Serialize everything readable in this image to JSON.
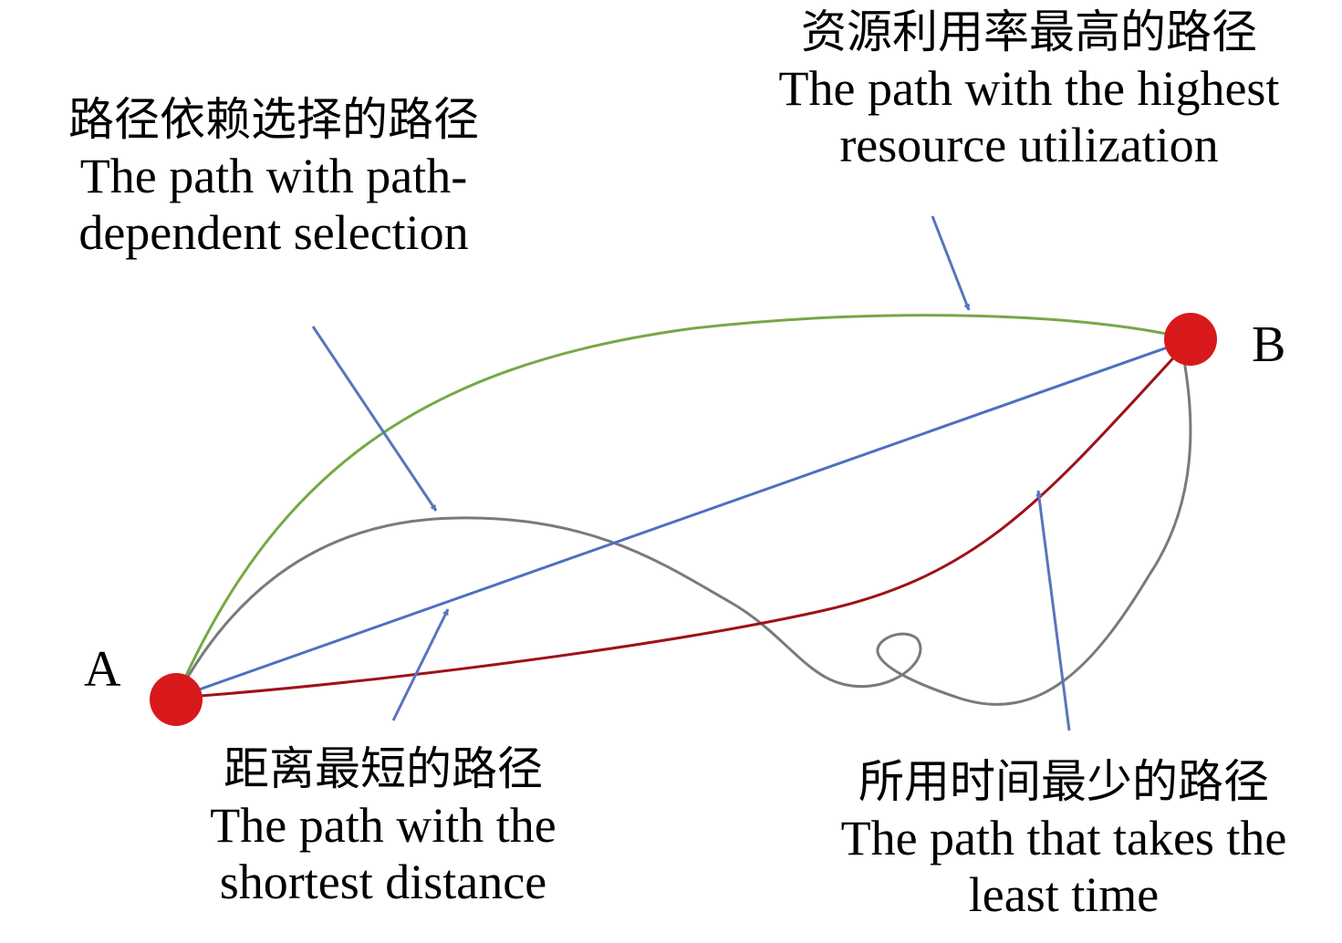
{
  "nodes": {
    "start": {
      "label": "A",
      "color": "#d7191c"
    },
    "end": {
      "label": "B",
      "color": "#d7191c"
    }
  },
  "paths": {
    "resource": {
      "zh": "资源利用率最高的路径",
      "en_line1": "The path with the highest",
      "en_line2": "resource utilization",
      "color": "#76a845"
    },
    "dependent": {
      "zh": "路径依赖选择的路径",
      "en_line1": "The path with path-",
      "en_line2": "dependent selection",
      "color": "#7a7a7a"
    },
    "shortest": {
      "zh": "距离最短的路径",
      "en_line1": "The path with the",
      "en_line2": "shortest distance",
      "color": "#4f6fbf"
    },
    "fastest": {
      "zh": "所用时间最少的路径",
      "en_line1": "The path that takes the",
      "en_line2": "least time",
      "color": "#9e1218"
    }
  },
  "pointer_color": "#5a74bd"
}
